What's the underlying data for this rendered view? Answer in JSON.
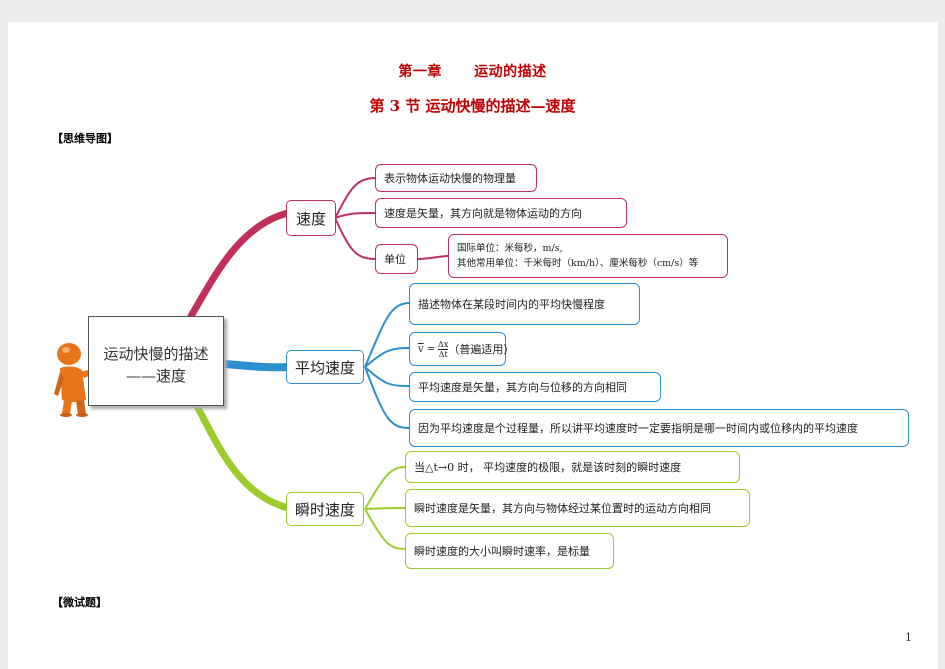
{
  "header": {
    "chapter_num": "第一章",
    "chapter_title": "运动的描述",
    "section_title": "第 3 节  运动快慢的描述—速度"
  },
  "sections": {
    "mindmap": "【思维导图】",
    "quiz": "【微试题】"
  },
  "central": {
    "line1": "运动快慢的描述",
    "line2": "——速度"
  },
  "branches": {
    "speed": {
      "label": "速度",
      "items": [
        "表示物体运动快慢的物理量",
        "速度是矢量，其方向就是物体运动的方向"
      ],
      "unit_label": "单位",
      "unit_lines": [
        "国际单位：米每秒，m/s,",
        "其他常用单位：千米每时（km/h）、厘米每秒（cm/s）等"
      ]
    },
    "average": {
      "label": "平均速度",
      "items": [
        "描述物体在某段时间内的平均快慢程度",
        "（普遍适用）",
        "平均速度是矢量，其方向与位移的方向相同",
        "因为平均速度是个过程量，所以讲平均速度时一定要指明是哪一时间内或位移内的平均速度"
      ],
      "formula": {
        "lhs": "v",
        "eq": "=",
        "num": "Δx",
        "den": "Δt"
      }
    },
    "instant": {
      "label": "瞬时速度",
      "items": [
        "当△t→0 时，  平均速度的极限，就是该时刻的瞬时速度",
        "瞬时速度是矢量，其方向与物体经过某位置时的运动方向相同",
        "瞬时速度的大小叫瞬时速率，是标量"
      ]
    }
  },
  "footer": {
    "page_number": "1"
  },
  "colors": {
    "red_branch": "#c0305a",
    "blue_branch": "#2b8fd2",
    "green_branch": "#9ccc2c",
    "title_red": "#c00000",
    "figure_orange": "#e8751a"
  }
}
